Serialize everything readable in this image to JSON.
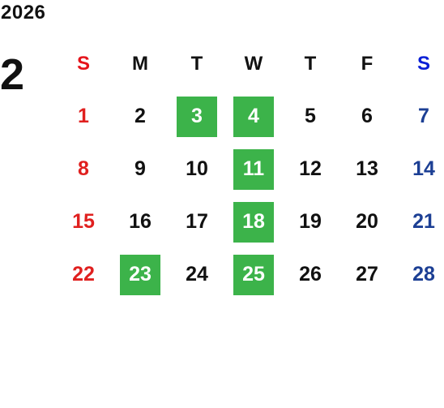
{
  "calendar": {
    "year": "2026",
    "month": "2",
    "highlight_color": "#3cb34a",
    "sunday_color": "#e0201f",
    "saturday_color": "#1c3f94",
    "weekdays": [
      "S",
      "M",
      "T",
      "W",
      "T",
      "F",
      "S"
    ],
    "weeks": [
      [
        {
          "day": "1",
          "highlighted": false
        },
        {
          "day": "2",
          "highlighted": false
        },
        {
          "day": "3",
          "highlighted": true
        },
        {
          "day": "4",
          "highlighted": true
        },
        {
          "day": "5",
          "highlighted": false
        },
        {
          "day": "6",
          "highlighted": false
        },
        {
          "day": "7",
          "highlighted": false
        }
      ],
      [
        {
          "day": "8",
          "highlighted": false
        },
        {
          "day": "9",
          "highlighted": false
        },
        {
          "day": "10",
          "highlighted": false
        },
        {
          "day": "11",
          "highlighted": true
        },
        {
          "day": "12",
          "highlighted": false
        },
        {
          "day": "13",
          "highlighted": false
        },
        {
          "day": "14",
          "highlighted": false
        }
      ],
      [
        {
          "day": "15",
          "highlighted": false
        },
        {
          "day": "16",
          "highlighted": false
        },
        {
          "day": "17",
          "highlighted": false
        },
        {
          "day": "18",
          "highlighted": true
        },
        {
          "day": "19",
          "highlighted": false
        },
        {
          "day": "20",
          "highlighted": false
        },
        {
          "day": "21",
          "highlighted": false
        }
      ],
      [
        {
          "day": "22",
          "highlighted": false
        },
        {
          "day": "23",
          "highlighted": true
        },
        {
          "day": "24",
          "highlighted": false
        },
        {
          "day": "25",
          "highlighted": true
        },
        {
          "day": "26",
          "highlighted": false
        },
        {
          "day": "27",
          "highlighted": false
        },
        {
          "day": "28",
          "highlighted": false
        }
      ]
    ]
  }
}
